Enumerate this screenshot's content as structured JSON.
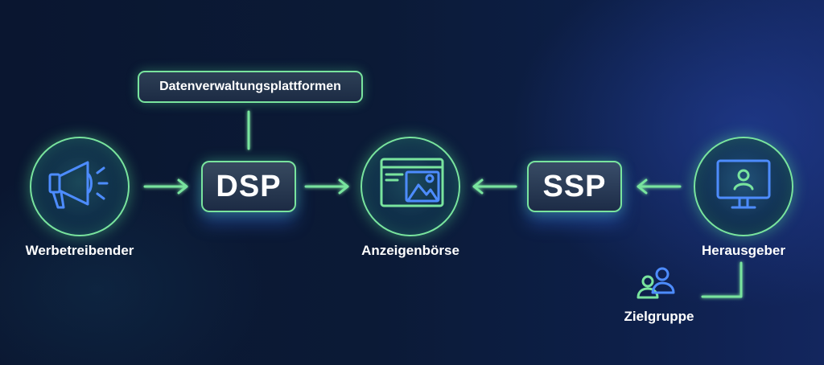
{
  "diagram": {
    "nodes": {
      "advertiser": {
        "label": "Werbetreibender",
        "icon": "megaphone-icon"
      },
      "dsp": {
        "label": "DSP"
      },
      "dmp": {
        "label": "Datenverwaltungsplattformen"
      },
      "exchange": {
        "label": "Anzeigenbörse",
        "icon": "browser-image-icon"
      },
      "ssp": {
        "label": "SSP"
      },
      "publisher": {
        "label": "Herausgeber",
        "icon": "monitor-user-icon"
      },
      "audience": {
        "label": "Zielgruppe",
        "icon": "people-icon"
      }
    },
    "edges": [
      {
        "from": "advertiser",
        "to": "dsp"
      },
      {
        "from": "dsp",
        "to": "exchange"
      },
      {
        "from": "ssp",
        "to": "exchange"
      },
      {
        "from": "publisher",
        "to": "ssp"
      },
      {
        "from": "dmp",
        "to": "dsp"
      },
      {
        "from": "audience",
        "to": "publisher"
      }
    ],
    "colors": {
      "accent": "#79e49e",
      "icon_blue": "#4d8cff",
      "background": "#0b1a36"
    }
  }
}
